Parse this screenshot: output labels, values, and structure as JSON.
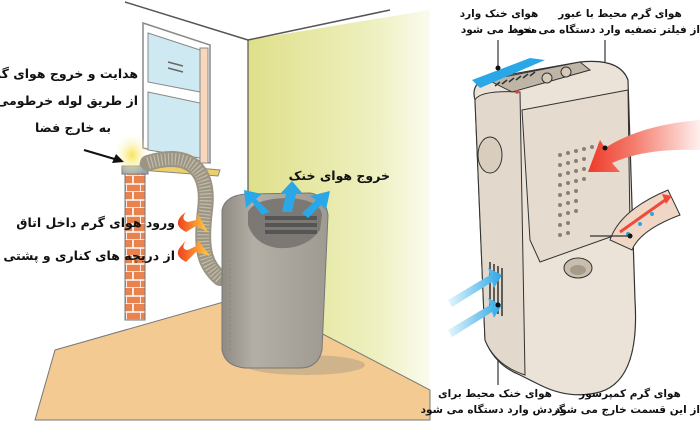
{
  "left_panel": {
    "exhaust_label": {
      "line1": "هدایت و خروج هوای گرم",
      "line2": "از طریق لوله خرطومی",
      "line3": "به خارج فضا"
    },
    "intake_label": {
      "line1": "ورود هوای گرم داخل اتاق",
      "line2": "از دریچه های کناری و پشتی"
    },
    "cool_air_label": "خروج هوای خنک"
  },
  "right_panel": {
    "cool_air_in": {
      "line1": "هوای خنک وارد",
      "line2": "محیط می شود"
    },
    "warm_air_filter": {
      "line1": "هوای گرم محیط با عبور",
      "line2": "از فیلتر تصفیه وارد دستگاه می شود"
    },
    "cool_air_circulation": {
      "line1": "هوای خنک محیط برای",
      "line2": "گردش وارد دستگاه می شود"
    },
    "compressor_exhaust": {
      "line1": "هوای گرم کمپرسور",
      "line2": "از این قسمت خارج می شود"
    }
  },
  "colors": {
    "wall_yellow": "#e4e49a",
    "floor": "#f3ca91",
    "brick": "#e8834f",
    "unit_gray": "#a9a59c",
    "cool_arrow": "#2aa7e6",
    "hot_arrow": "#f06a2a",
    "red_arrow": "#ee4a3a",
    "unit_beige": "#ebe3d8"
  }
}
